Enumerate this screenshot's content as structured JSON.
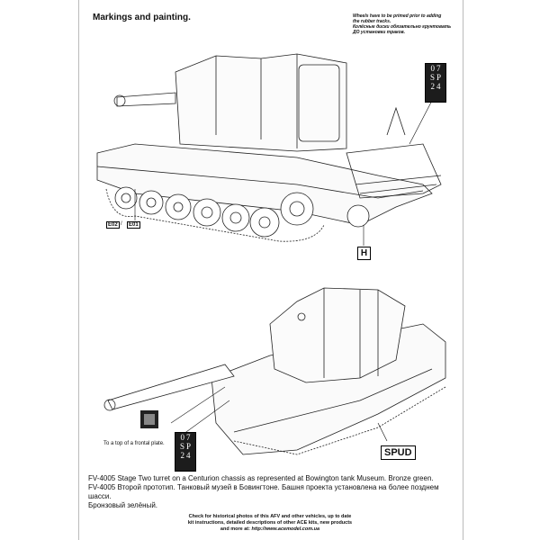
{
  "page": {
    "title": "Markings and painting.",
    "note_lines": [
      "Wheels have to be primed prior to adding",
      "the rubber tracks.",
      "Колёсные диски обязательно грунтовать ДО установки траков."
    ],
    "part_labels": {
      "e02": "E02",
      "e01": "E01",
      "h": "H"
    },
    "plate": {
      "row1": "07",
      "row2": "SP",
      "row3": "24"
    },
    "spud_label": "SPUD",
    "frontal_label": "To a top of a frontal plate.",
    "caption_lines": [
      "FV-4005 Stage Two turret on a Centurion chassis as represented at Bowington tank Museum. Bronze green.",
      "FV-4005 Второй прототип. Танковый музей в Бовингтоне. Башня проекта установлена на более позднем шасси.",
      "Бронзовый зелёный."
    ],
    "footer_lines": [
      "Check for historical photos of this AFV and  other vehicles, up to date",
      "kit instructions, detailed descriptions of other ACE kits, new products",
      "and more at:"
    ],
    "footer_url": "http://www.acemodel.com.ua"
  }
}
